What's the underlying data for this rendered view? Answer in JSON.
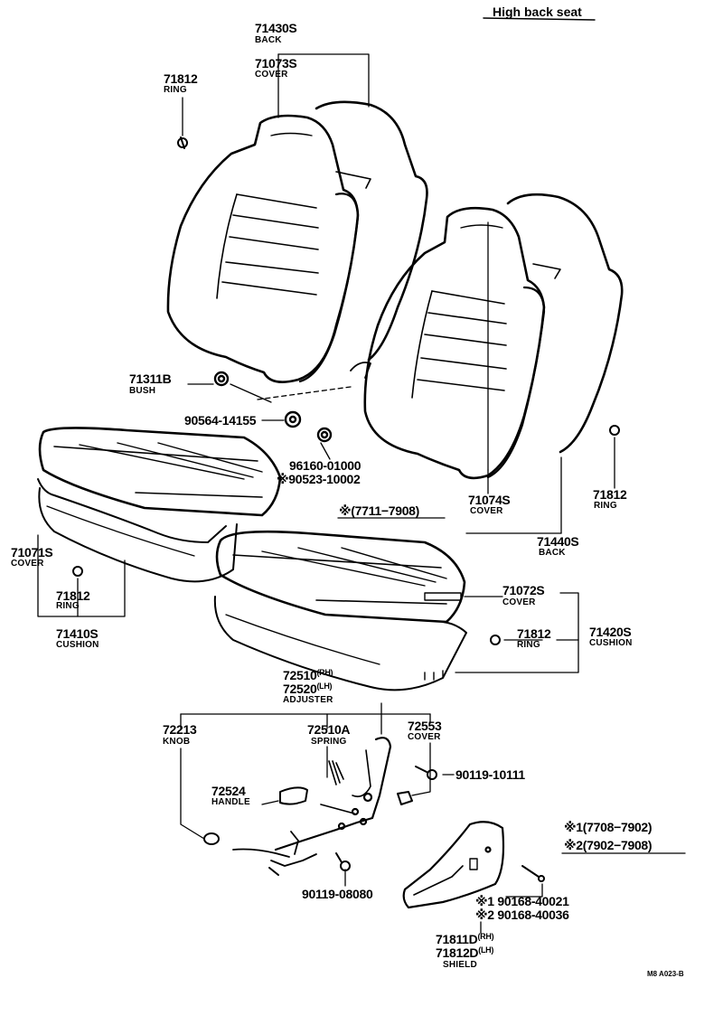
{
  "title": "High back seat",
  "date_range": "※(7711−7908)",
  "legend": {
    "l1": "※1(7708−7902)",
    "l2": "※2(7902−7908)"
  },
  "parts": {
    "p71430S": "71430S",
    "p71430S_name": "BACK",
    "p71073S": "71073S",
    "p71073S_name": "COVER",
    "p71812_a": "71812",
    "p71812_a_name": "RING",
    "p71311B": "71311B",
    "p71311B_name": "BUSH",
    "p90564": "90564-14155",
    "p96160": "96160-01000",
    "p90523": "※90523-10002",
    "p71071S": "71071S",
    "p71071S_name": "COVER",
    "p71812_b": "71812",
    "p71812_b_name": "RING",
    "p71410S": "71410S",
    "p71410S_name": "CUSHION",
    "p71074S": "71074S",
    "p71074S_name": "COVER",
    "p71812_c": "71812",
    "p71812_c_name": "RING",
    "p71440S": "71440S",
    "p71440S_name": "BACK",
    "p71072S": "71072S",
    "p71072S_name": "COVER",
    "p71812_d": "71812",
    "p71812_d_name": "RING",
    "p71420S": "71420S",
    "p71420S_name": "CUSHION",
    "p72510": "72510",
    "p72510_sfx": "(RH)",
    "p72520": "72520",
    "p72520_sfx": "(LH)",
    "p72510_name": "ADJUSTER",
    "p72213": "72213",
    "p72213_name": "KNOB",
    "p72510A": "72510A",
    "p72510A_name": "SPRING",
    "p72553": "72553",
    "p72553_name": "COVER",
    "p90119_10111": "90119-10111",
    "p72524": "72524",
    "p72524_name": "HANDLE",
    "p90119_08080": "90119-08080",
    "p90168_40021": "※1 90168-40021",
    "p90168_40036": "※2 90168-40036",
    "p71811D": "71811D",
    "p71811D_sfx": "(RH)",
    "p71812D": "71812D",
    "p71812D_sfx": "(LH)",
    "p71811D_name": "SHIELD"
  },
  "footer_code": "M8  A023-B"
}
